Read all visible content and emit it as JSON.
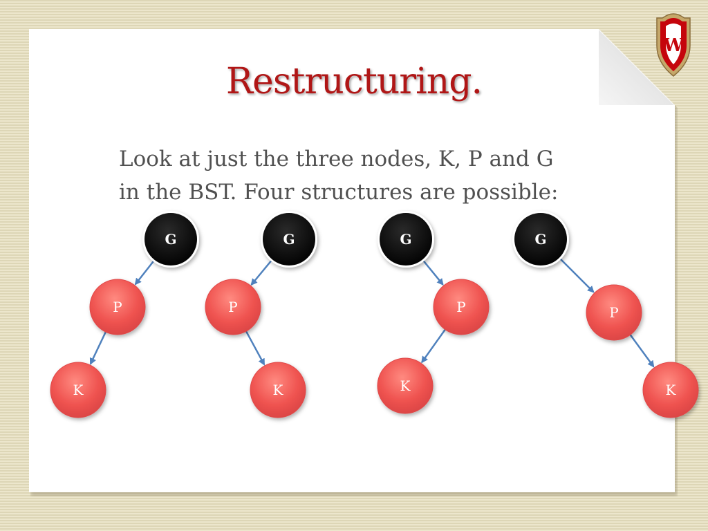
{
  "slide": {
    "title": "Restructuring.",
    "body_lines": [
      "Look at just the three nodes, K, P and G",
      "in the BST. Four structures are possible:"
    ]
  },
  "colors": {
    "title": "#b01616",
    "grandparent_fill": "#000000",
    "node_fill": "#ef5350",
    "edge": "#4f81bd",
    "body_text": "#505050"
  },
  "structures": [
    {
      "nodes": [
        {
          "id": "G",
          "label": "G"
        },
        {
          "id": "P",
          "label": "P"
        },
        {
          "id": "K",
          "label": "K"
        }
      ],
      "edges": [
        [
          "G",
          "P",
          "left"
        ],
        [
          "P",
          "K",
          "left"
        ]
      ]
    },
    {
      "nodes": [
        {
          "id": "G",
          "label": "G"
        },
        {
          "id": "P",
          "label": "P"
        },
        {
          "id": "K",
          "label": "K"
        }
      ],
      "edges": [
        [
          "G",
          "P",
          "left"
        ],
        [
          "P",
          "K",
          "right"
        ]
      ]
    },
    {
      "nodes": [
        {
          "id": "G",
          "label": "G"
        },
        {
          "id": "P",
          "label": "P"
        },
        {
          "id": "K",
          "label": "K"
        }
      ],
      "edges": [
        [
          "G",
          "P",
          "right"
        ],
        [
          "P",
          "K",
          "left"
        ]
      ]
    },
    {
      "nodes": [
        {
          "id": "G",
          "label": "G"
        },
        {
          "id": "P",
          "label": "P"
        },
        {
          "id": "K",
          "label": "K"
        }
      ],
      "edges": [
        [
          "G",
          "P",
          "right"
        ],
        [
          "P",
          "K",
          "right"
        ]
      ]
    }
  ],
  "logo": {
    "name": "uw-crest-icon",
    "letter": "W"
  }
}
